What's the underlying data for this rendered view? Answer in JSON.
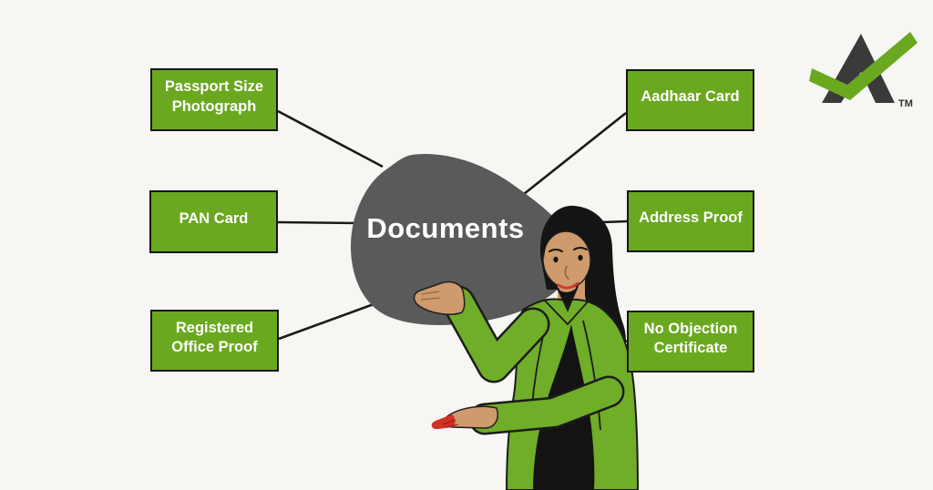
{
  "center": {
    "label": "Documents"
  },
  "boxes": {
    "left": [
      {
        "label": "Passport Size Photograph"
      },
      {
        "label": "PAN Card"
      },
      {
        "label": "Registered Office Proof"
      }
    ],
    "right": [
      {
        "label": "Aadhaar Card"
      },
      {
        "label": "Address Proof"
      },
      {
        "label": "No Objection Certificate"
      }
    ]
  },
  "logo": {
    "icon": "a-checkmark-logo-icon",
    "trademark": "TM"
  },
  "illustration": {
    "subject": "woman presenter gesturing at Documents"
  },
  "colors": {
    "background": "#f7f6f3",
    "box_green": "#6aa81f",
    "blob_gray": "#5b5a5a",
    "connector_line": "#1a1a1a",
    "box_text": "#ffffff",
    "logo_dark": "#3a3a3a",
    "logo_green": "#6aa81f",
    "jacket_green": "#70ad28",
    "skin_tan": "#cf9a6c"
  }
}
